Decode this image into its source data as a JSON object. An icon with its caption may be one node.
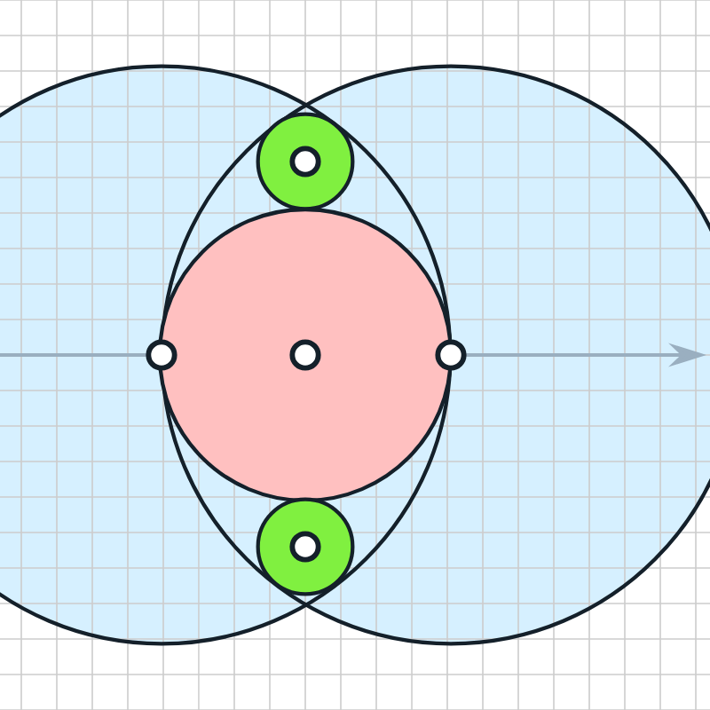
{
  "diagram": {
    "nodes": [
      {
        "text": [],
        "shape": "circle"
      },
      {
        "text": [],
        "shape": "circle"
      },
      {
        "text": [],
        "shape": "circle"
      },
      {
        "text": [],
        "shape": "dot",
        "in": 2
      },
      {
        "text": [],
        "shape": "circle"
      },
      {
        "text": [],
        "shape": "dot",
        "in": 0
      },
      {
        "text": [],
        "shape": "dot",
        "in": 4
      },
      {
        "text": [],
        "shape": "dot",
        "in": 1
      },
      {
        "text": [],
        "shape": "circle"
      },
      {
        "text": [],
        "shape": "dot",
        "in": 8
      }
    ]
  }
}
